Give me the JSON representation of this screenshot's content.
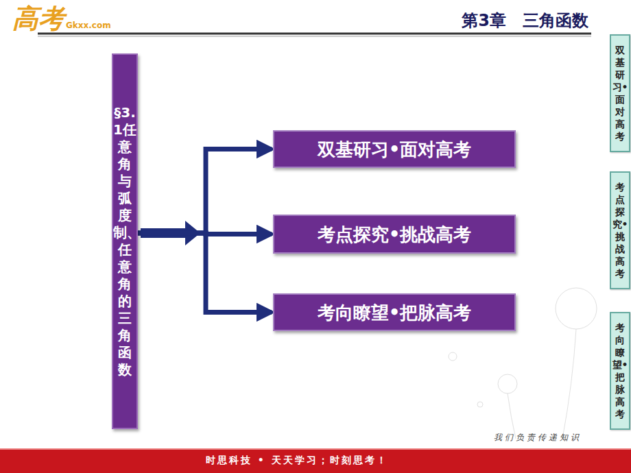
{
  "diagram": {
    "title": "第3章　三角函数",
    "nodes": [
      {
        "text": [
          "§3.1任意角与弧度制、任意角的三角函数"
        ]
      },
      {
        "text": [
          "双基研习•面对高考"
        ]
      },
      {
        "text": [
          "考点探究•挑战高考"
        ]
      },
      {
        "text": [
          "考向瞭望•把脉高考"
        ]
      },
      {
        "text": [
          "双基研习•面对高考"
        ]
      },
      {
        "text": [
          "考点探究•挑战高考"
        ]
      },
      {
        "text": [
          "考向瞭望•把脉高考"
        ]
      }
    ],
    "edges": [
      {
        "from": 0,
        "to": 1,
        "arrow": "to"
      },
      {
        "from": 0,
        "to": 2,
        "arrow": "to"
      },
      {
        "from": 0,
        "to": 3,
        "arrow": "to"
      }
    ],
    "labels": [
      "高考",
      "Gkxx.com",
      "时思科技 • 天天学习；时刻思考！",
      "我们负责传递知识"
    ]
  }
}
